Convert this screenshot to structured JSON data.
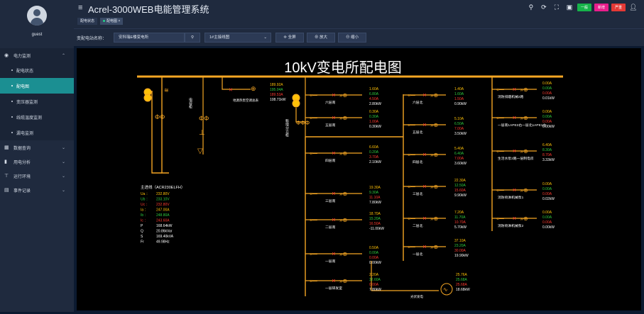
{
  "app": {
    "title": "Acrel-3000WEB电能管理系统"
  },
  "user": {
    "name": "guest"
  },
  "tabs": [
    {
      "label": "配电状态"
    },
    {
      "label": "配电图"
    }
  ],
  "top_badges": {
    "b1": "一般",
    "b2": "新增",
    "b3": "严重"
  },
  "menu": {
    "power_monitor": "电力监测",
    "items": [
      "配电状态",
      "配电图",
      "变压器监测",
      "线缆温度监测",
      "漏电监测"
    ],
    "data_query": "数据查询",
    "energy": "用电分析",
    "env": "运行环境",
    "events": "事件记录"
  },
  "toolbar": {
    "label": "变配电站名称：",
    "station": "安科瑞E楼变电所",
    "diagram": "1#主接线图",
    "fullscreen": "全屏",
    "zoom_in": "放大",
    "zoom_out": "缩小"
  },
  "diagram": {
    "title": "10kV变电所配电图",
    "left_vertical": "电容柜",
    "mid_vertical": "新增分立柜",
    "top_feeder": {
      "name": "地源热泵空调总表",
      "a": "189.92A",
      "b": "195.04A",
      "c": "189.53A",
      "p": "108.71kW"
    },
    "main_meter": {
      "title": "主进线（ACR230ELFH）",
      "rows": [
        [
          "Ua ：",
          "232.80V"
        ],
        [
          "Ub ：",
          "233.10V"
        ],
        [
          "Uc ：",
          "232.80V"
        ],
        [
          "Ia ：",
          "247.00A"
        ],
        [
          "Ib ：",
          "248.80A"
        ],
        [
          "Ic ：",
          "243.60A"
        ],
        [
          "P",
          "168.64kW"
        ],
        [
          "Q",
          "20.86kVar"
        ],
        [
          "S",
          "169.40kVA"
        ],
        [
          "Fr",
          "49.98Hz"
        ]
      ]
    },
    "col1": [
      {
        "name": "六层南",
        "a": "1.60A",
        "b": "6.80A",
        "c": "4.50A",
        "p": "2.80kW"
      },
      {
        "name": "五层南",
        "a": "0.30A",
        "b": "0.30A",
        "c": "1.00A",
        "p": "0.30kW"
      },
      {
        "name": "四层南",
        "a": "6.60A",
        "b": "0.20A",
        "c": "3.70A",
        "p": "2.10kW"
      },
      {
        "name": "三层南",
        "a": "19.30A",
        "b": "9.30A",
        "c": "11.10A",
        "p": "7.80kW"
      },
      {
        "name": "二层南",
        "a": "18.70A",
        "b": "15.20A",
        "c": "16.50A",
        "p": "-11.00kW"
      },
      {
        "name": "一层南",
        "a": "0.50A",
        "b": "0.00A",
        "c": "0.00A",
        "p": "0.00kW"
      },
      {
        "name": "一层研发室",
        "a": "2.20A",
        "b": "32.60A",
        "c": "0.00A",
        "p": "7.80kW"
      }
    ],
    "col2": [
      {
        "name": "六层北",
        "a": "1.40A",
        "b": "1.60A",
        "c": "1.50A",
        "p": "0.90kW"
      },
      {
        "name": "五层北",
        "a": "5.10A",
        "b": "6.50A",
        "c": "7.00A",
        "p": "3.50kW"
      },
      {
        "name": "四层北",
        "a": "5.40A",
        "b": "6.40A",
        "c": "7.00A",
        "p": "3.60kW"
      },
      {
        "name": "三层北",
        "a": "22.30A",
        "b": "12.50A",
        "c": "15.60A",
        "p": "9.90kW"
      },
      {
        "name": "二层北",
        "a": "7.20A",
        "b": "11.70A",
        "c": "10.70A",
        "p": "5.70kW"
      },
      {
        "name": "一层北",
        "a": "37.10A",
        "b": "23.20A",
        "c": "30.00A",
        "p": "19.90kW"
      }
    ],
    "pv": {
      "name": "光伏发电",
      "a": "25.76A",
      "b": "25.68A",
      "c": "25.68A",
      "p": "18.68kW"
    },
    "col3": [
      {
        "name": "消防排烟机械2路",
        "a": "0.00A",
        "b": "0.00A",
        "c": "0.00A",
        "p": "0.01kW"
      },
      {
        "name": "一层南1APE2右一层北1APE1左",
        "a": "0.00A",
        "b": "0.00A",
        "c": "0.00A",
        "p": "0.00kW"
      },
      {
        "name": "生活水泵2路一层制电房",
        "a": "6.40A",
        "b": "8.30A",
        "c": "8.70A",
        "p": "3.33kW"
      },
      {
        "name": "消防喷淋机械泵1",
        "a": "0.00A",
        "b": "0.00A",
        "c": "0.00A",
        "p": "0.02kW"
      },
      {
        "name": "消防喷淋机械泵2",
        "a": "0.00A",
        "b": "0.00A",
        "c": "0.00A",
        "p": "0.00kW"
      }
    ]
  },
  "colors": {
    "bus": "#f5a623",
    "green": "#2ecc40",
    "red": "#ff3b30",
    "amber": "#ffc107"
  }
}
